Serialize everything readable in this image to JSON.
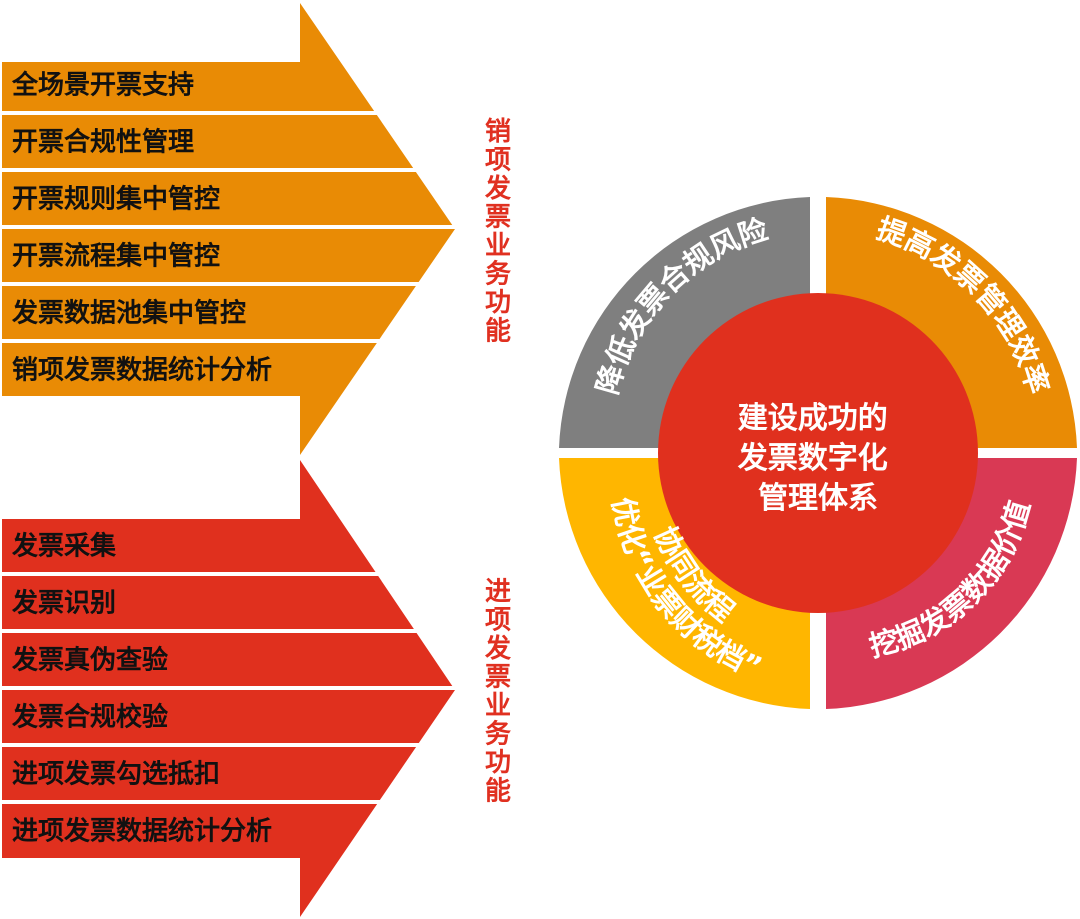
{
  "sales": {
    "color": "#E98B05",
    "title": "销项发票业务功能",
    "items": [
      "全场景开票支持",
      "开票合规性管理",
      "开票规则集中管控",
      "开票流程集中管控",
      "发票数据池集中管控",
      "销项发票数据统计分析"
    ]
  },
  "input": {
    "color": "#E0301E",
    "title": "进项发票业务功能",
    "items": [
      "发票采集",
      "发票识别",
      "发票真伪查验",
      "发票合规校验",
      "进项发票勾选抵扣",
      "进项发票数据统计分析"
    ]
  },
  "ring": {
    "center_lines": [
      "建设成功的",
      "发票数字化",
      "管理体系"
    ],
    "center_color": "#E0301E",
    "segments": [
      {
        "label": "降低发票合规风险",
        "color": "#7F7F7F"
      },
      {
        "label": "提高发票管理效率",
        "color": "#E98B05"
      },
      {
        "label": "挖掘发票数据价值",
        "color": "#D93954"
      },
      {
        "label": "优化“业票财税档”",
        "label2": "协同流程",
        "color": "#FFB600"
      }
    ]
  }
}
